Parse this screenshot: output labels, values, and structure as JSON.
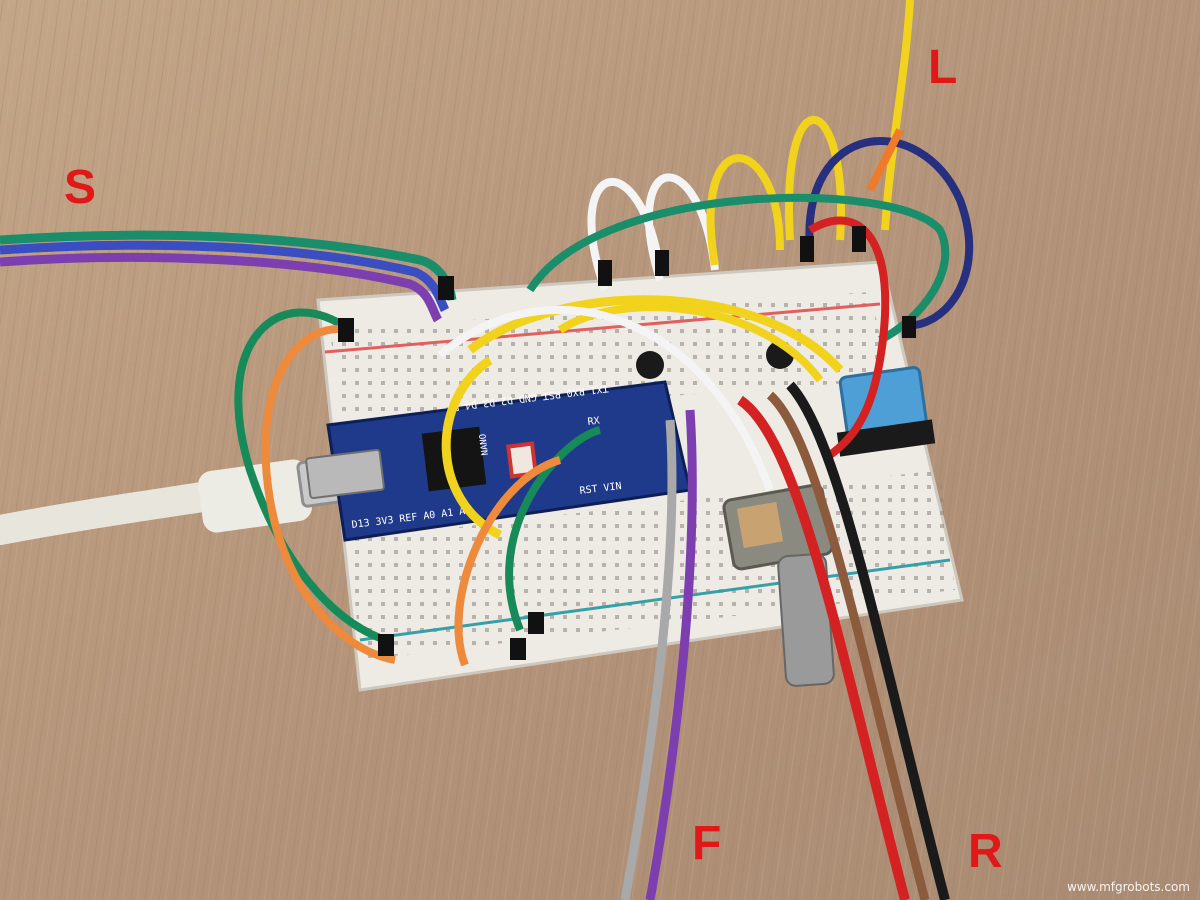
{
  "labels": {
    "s": "S",
    "l": "L",
    "f": "F",
    "r": "R"
  },
  "watermark": "www.mfgrobots.com",
  "board_silkscreen": {
    "top_row": "TX1 RX0 RST GND D2 D3 D4 D5",
    "bottom_row": "D13 3V3 REF A0 A1 A2",
    "chip_label": "NANO",
    "right_row": "RST VIN",
    "side_label": "RX"
  },
  "colors": {
    "table": "#b89a7c",
    "breadboard": "#eeeae4",
    "board": "#1f3a8a",
    "label_red": "#e01818",
    "button_blue": "#4d9fd6"
  }
}
